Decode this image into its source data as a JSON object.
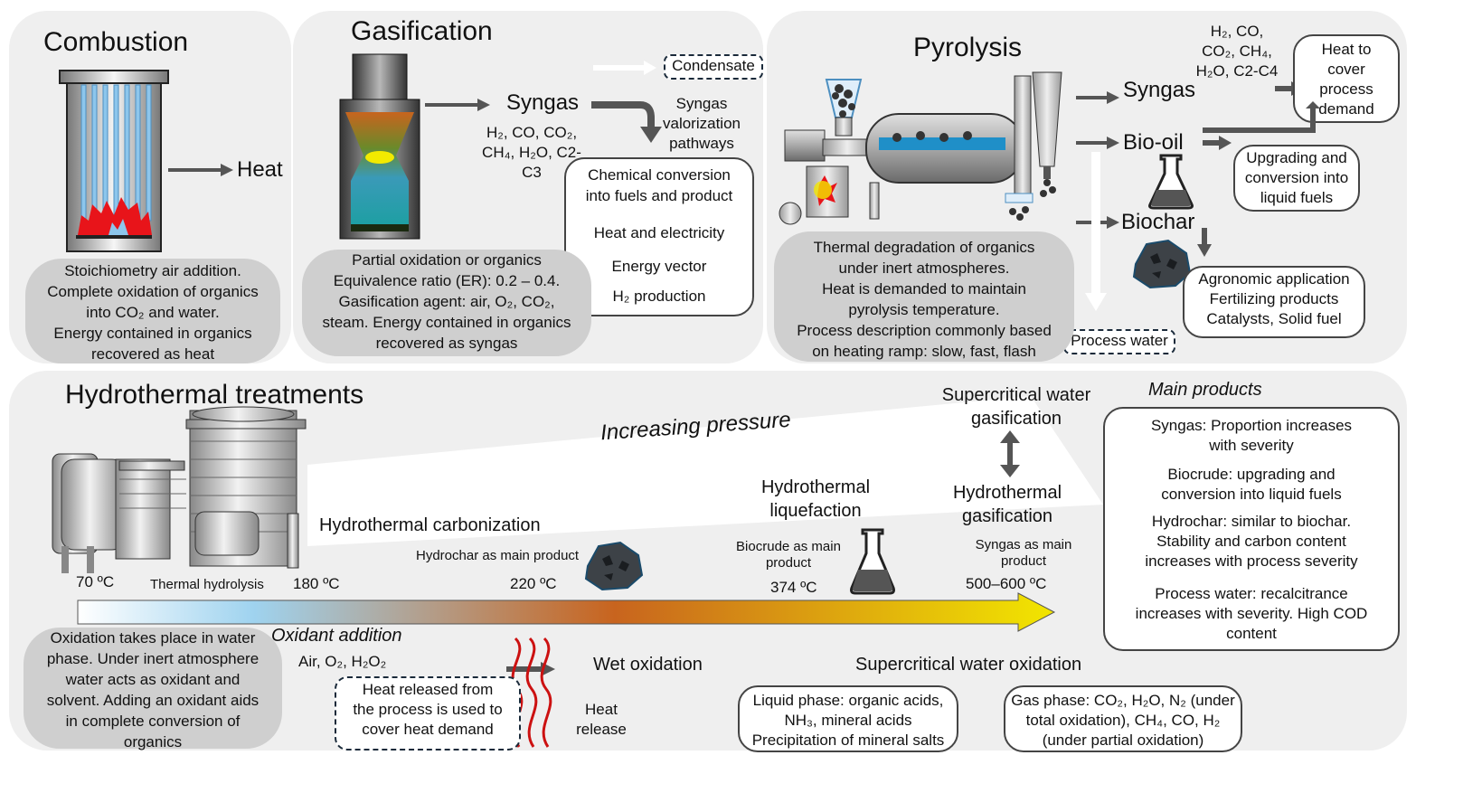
{
  "combustion": {
    "title": "Combustion",
    "heat": "Heat",
    "desc": [
      "Stoichiometry air addition.",
      "Complete oxidation of organics",
      "into CO₂ and water.",
      "Energy contained in organics",
      "recovered as heat"
    ]
  },
  "gasification": {
    "title": "Gasification",
    "condensate": "Condensate",
    "syngas": "Syngas",
    "syngas_comp": [
      "H₂, CO, CO₂,",
      "CH₄, H₂O, C2-",
      "C3"
    ],
    "valorization": [
      "Syngas",
      "valorization",
      "pathways"
    ],
    "pathways": [
      "Chemical conversion",
      "into fuels and product",
      "Heat and electricity",
      "Energy vector",
      "H₂ production"
    ],
    "desc": [
      "Partial oxidation or organics",
      "Equivalence ratio (ER): 0.2 – 0.4.",
      "Gasification agent: air, O₂, CO₂,",
      "steam. Energy contained in organics",
      "recovered as syngas"
    ]
  },
  "pyrolysis": {
    "title": "Pyrolysis",
    "gas_comp": [
      "H₂, CO,",
      "CO₂, CH₄,",
      "H₂O, C2-C4"
    ],
    "heat_box": [
      "Heat to",
      "cover",
      "process",
      "demand"
    ],
    "syngas": "Syngas",
    "biooil": "Bio-oil",
    "biochar": "Biochar",
    "upgrading": [
      "Upgrading and",
      "conversion into",
      "liquid fuels"
    ],
    "agronomic": [
      "Agronomic application",
      "Fertilizing products",
      "Catalysts, Solid fuel"
    ],
    "process_water": "Process water",
    "desc": [
      "Thermal degradation of organics",
      "under inert atmospheres.",
      "Heat is demanded to maintain",
      "pyrolysis temperature.",
      "Process description commonly based",
      "on heating ramp: slow, fast, flash"
    ]
  },
  "hydrothermal": {
    "title": "Hydrothermal treatments",
    "increasing_pressure": "Increasing pressure",
    "scw_gasification": [
      "Supercritical water",
      "gasification"
    ],
    "main_products": "Main products",
    "htc": "Hydrothermal carbonization",
    "hydrochar_main": "Hydrochar as main product",
    "htl": [
      "Hydrothermal",
      "liquefaction"
    ],
    "biocrude_main": [
      "Biocrude as main",
      "product"
    ],
    "htg": [
      "Hydrothermal",
      "gasification"
    ],
    "syngas_main": [
      "Syngas as main",
      "product"
    ],
    "thermal_hydrolysis": "Thermal hydrolysis",
    "temps": [
      "70 ºC",
      "180 ºC",
      "220 ºC",
      "374 ºC",
      "500–600 ºC"
    ],
    "products": [
      [
        "Syngas: Proportion increases",
        "with severity"
      ],
      [
        "Biocrude: upgrading and",
        "conversion into liquid fuels"
      ],
      [
        "Hydrochar: similar to biochar.",
        "Stability and carbon content",
        "increases with process severity"
      ],
      [
        "Process water: recalcitrance",
        "increases with severity. High COD",
        "content"
      ]
    ],
    "oxidation_desc": [
      "Oxidation takes place in water",
      "phase. Under inert atmosphere",
      "water acts as oxidant and",
      "solvent. Adding an oxidant aids",
      "in complete conversion of",
      "organics"
    ],
    "oxidant_addition": "Oxidant addition",
    "oxidants": "Air, O₂, H₂O₂",
    "heat_released": [
      "Heat released from",
      "the process is used to",
      "cover heat demand"
    ],
    "wet_oxidation": "Wet oxidation",
    "heat_release": [
      "Heat",
      "release"
    ],
    "scwo": "Supercritical water oxidation",
    "liquid_phase": [
      "Liquid phase: organic acids,",
      "NH₃, mineral acids",
      "Precipitation of mineral salts"
    ],
    "gas_phase": [
      "Gas phase: CO₂, H₂O, N₂ (under",
      "total oxidation), CH₄, CO, H₂",
      "(under partial oxidation)"
    ]
  },
  "colors": {
    "panel": "#efefef",
    "bubble": "#cfcfcf",
    "arrow": "#555555",
    "gradient": [
      "#ffffff",
      "#9fd3ef",
      "#c8641e",
      "#f2e600"
    ]
  }
}
